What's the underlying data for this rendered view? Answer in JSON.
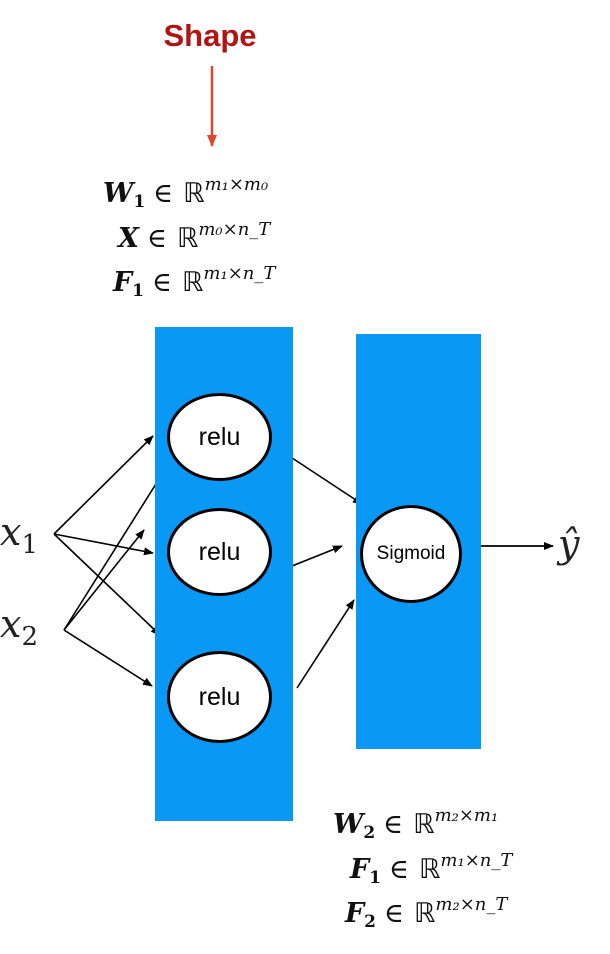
{
  "header": {
    "shape_label": "Shape"
  },
  "layer1_shapes": [
    {
      "name": "W",
      "sub": "1",
      "set": "ℝ",
      "exp": "m₁×m₀"
    },
    {
      "name": "X",
      "sub": "",
      "set": "ℝ",
      "exp": "m₀×n_T"
    },
    {
      "name": "F",
      "sub": "1",
      "set": "ℝ",
      "exp": "m₁×n_T"
    }
  ],
  "layer2_shapes": [
    {
      "name": "W",
      "sub": "2",
      "set": "ℝ",
      "exp": "m₂×m₁"
    },
    {
      "name": "F",
      "sub": "1",
      "set": "ℝ",
      "exp": "m₁×n_T"
    },
    {
      "name": "F",
      "sub": "2",
      "set": "ℝ",
      "exp": "m₂×n_T"
    }
  ],
  "inputs": [
    {
      "symbol": "x",
      "sub": "1"
    },
    {
      "symbol": "x",
      "sub": "2"
    }
  ],
  "hidden_nodes": [
    "relu",
    "relu",
    "relu"
  ],
  "output_node": "Sigmoid",
  "output": {
    "symbol": "ŷ"
  },
  "colors": {
    "layer": "#0a98f5",
    "shape_label": "#b01515",
    "shape_arrow": "#e0462b"
  },
  "symbols": {
    "element_of": "∈"
  }
}
